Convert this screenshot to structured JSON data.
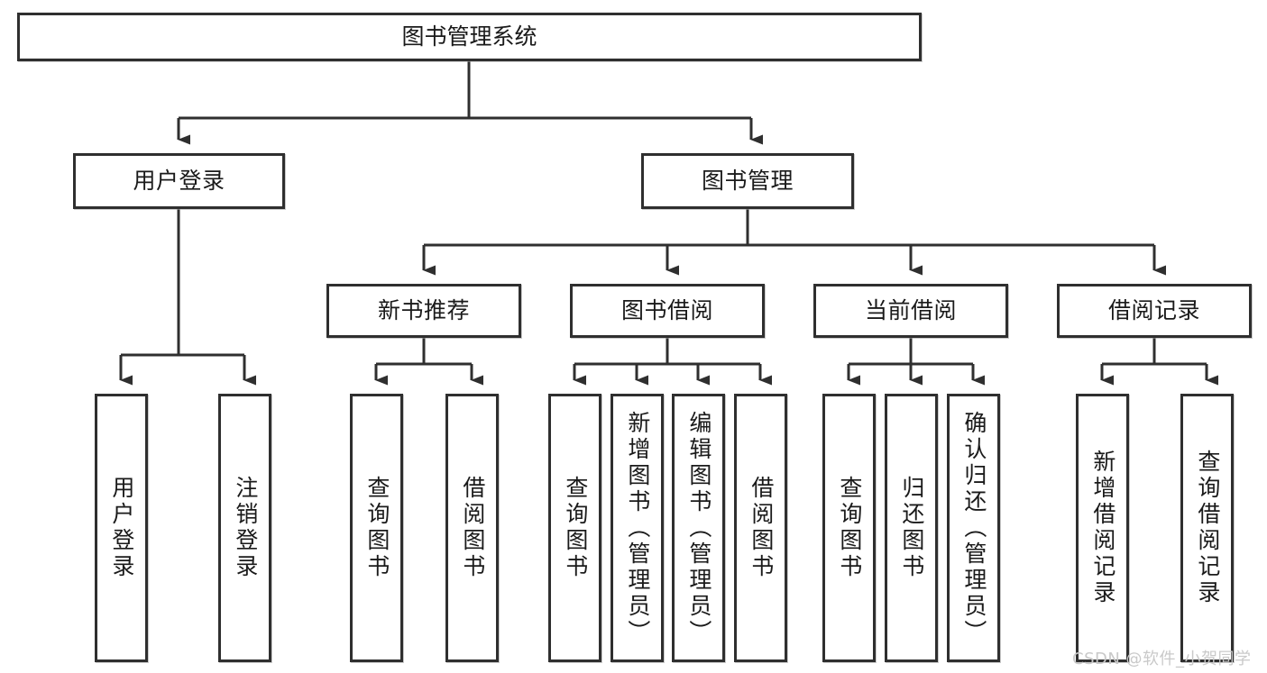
{
  "diagram": {
    "type": "tree-hierarchy",
    "title": "图书管理系统",
    "watermark": "CSDN @软件_小贺同学",
    "colors": {
      "stroke": "#2f2f2f",
      "fill": "#ffffff",
      "text": "#1a1a1a",
      "watermark": "#c9c9c9"
    },
    "root": {
      "label": "图书管理系统"
    },
    "level1": [
      {
        "label": "用户登录"
      },
      {
        "label": "图书管理"
      }
    ],
    "level2": [
      {
        "label": "新书推荐"
      },
      {
        "label": "图书借阅"
      },
      {
        "label": "当前借阅"
      },
      {
        "label": "借阅记录"
      }
    ],
    "leaves": {
      "user_login": [
        {
          "label": "用户登录"
        },
        {
          "label": "注销登录"
        }
      ],
      "new_book_recommend": [
        {
          "label": "查询图书"
        },
        {
          "label": "借阅图书"
        }
      ],
      "book_borrow": [
        {
          "label": "查询图书"
        },
        {
          "label": "新增图书（管理员）"
        },
        {
          "label": "编辑图书（管理员）"
        },
        {
          "label": "借阅图书"
        }
      ],
      "current_borrow": [
        {
          "label": "查询图书"
        },
        {
          "label": "归还图书"
        },
        {
          "label": "确认归还（管理员）"
        }
      ],
      "borrow_record": [
        {
          "label": "新增借阅记录"
        },
        {
          "label": "查询借阅记录"
        }
      ]
    }
  }
}
